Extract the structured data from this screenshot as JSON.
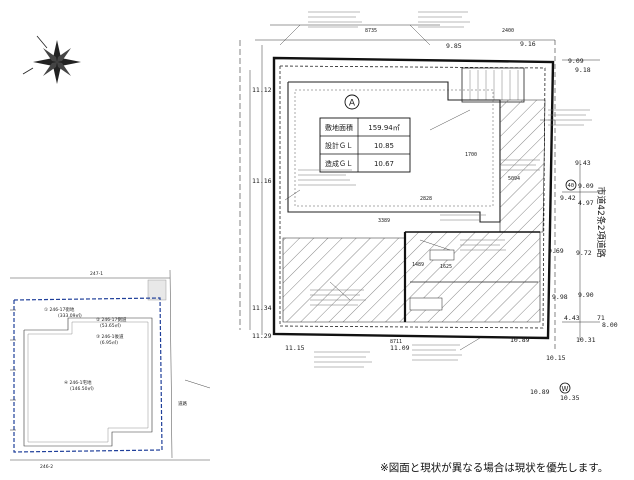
{
  "circle_a": "A",
  "circle_w": "W",
  "summary_table": [
    {
      "label": "敷地面積",
      "value": "159.94㎡"
    },
    {
      "label": "設計ＧＬ",
      "value": "10.85"
    },
    {
      "label": "造成ＧＬ",
      "value": "10.67"
    }
  ],
  "road_label": "市道42条2項道路",
  "levels": {
    "top_right_1": "9.85",
    "top_right_2": "9.16",
    "top_right_3": "9.18",
    "top_right_4": "9.09",
    "right_1": "9.43",
    "right_2": "40",
    "right_3": "9.09",
    "right_4": "4.97",
    "right_5": "9.42",
    "right_6": "9.69",
    "right_7": "9.72",
    "right_8": "9.98",
    "right_9": "9.90",
    "right_10": "10.15",
    "right_11": "10.31",
    "left_1": "11.12",
    "left_2": "11.16",
    "left_3": "11.34",
    "left_4": "11.29",
    "bottom_1": "11.15",
    "bottom_2": "11.09",
    "bottom_3": "10.89",
    "bottom_4": "10.35",
    "bottom_5": "10.89",
    "bottom_6": "4.43",
    "bottom_7": "71",
    "bottom_8": "8.00"
  },
  "dims": {
    "top": "8735",
    "top2": "2400",
    "bottom": "8711",
    "inner_1": "1700",
    "inner_2": "2828",
    "inner_3": "3389",
    "inner_4": "1625",
    "inner_5": "1489",
    "inner_6": "5094"
  },
  "small_plan": {
    "top_label": "247-1",
    "plot_1": "① 246-17街地",
    "plot_1_sub": "(333.09㎡)",
    "plot_2": "② 246-17側道",
    "plot_2_sub": "(53.65㎡)",
    "plot_3": "③ 246-1後道",
    "plot_3_sub": "(6.95㎡)",
    "plot_4": "④ 246-1宅地",
    "plot_4_sub": "(146.50㎡)",
    "road": "道路",
    "bottom_label": "246-2"
  },
  "disclaimer": "※図面と現状が異なる場合は現状を優先します。"
}
